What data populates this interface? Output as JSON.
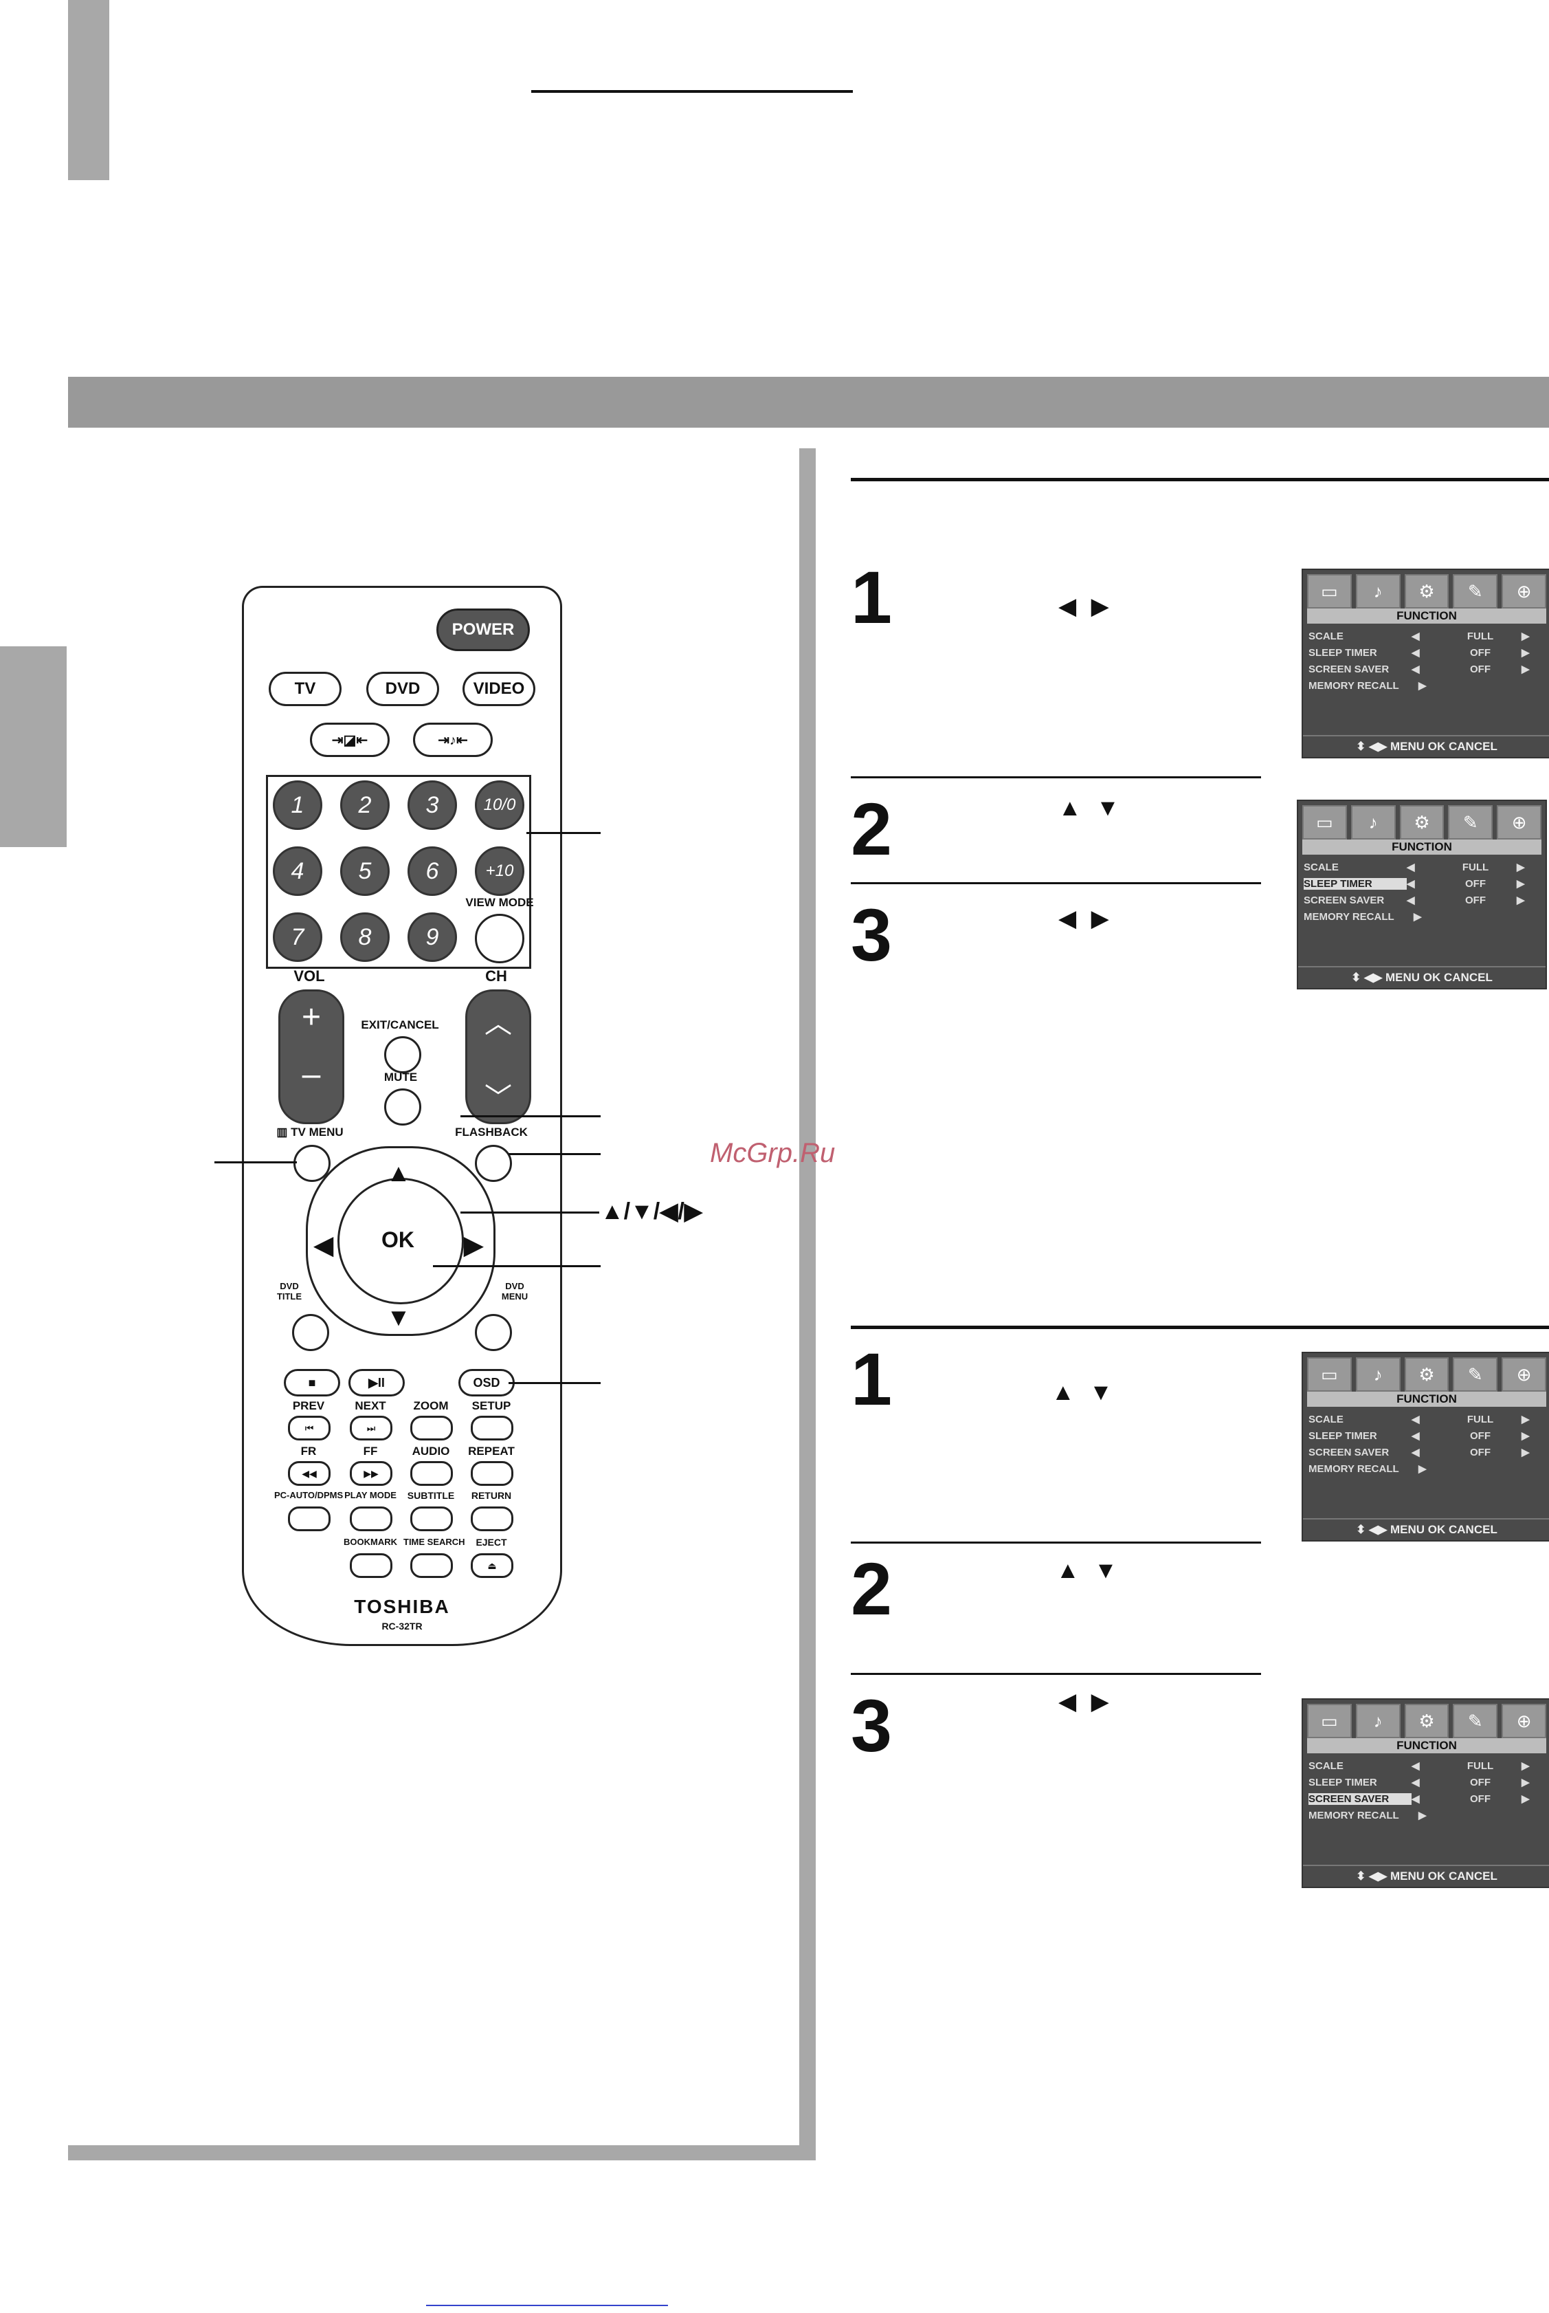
{
  "remote": {
    "brand": "TOSHIBA",
    "model": "RC-32TR",
    "power": "POWER",
    "source_buttons": [
      "TV",
      "DVD",
      "VIDEO"
    ],
    "number_keys": [
      "1",
      "2",
      "3",
      "10/0",
      "4",
      "5",
      "6",
      "+10",
      "7",
      "8",
      "9"
    ],
    "view_mode": "VIEW MODE",
    "vol": "VOL",
    "ch": "CH",
    "exit_cancel": "EXIT/CANCEL",
    "mute": "MUTE",
    "tv_menu": "TV MENU",
    "flashback": "FLASHBACK",
    "ok": "OK",
    "dvd_title": "DVD TITLE",
    "dvd_menu": "DVD MENU",
    "osd": "OSD",
    "row_labels_1": [
      "PREV",
      "NEXT",
      "ZOOM",
      "SETUP"
    ],
    "row_labels_2": [
      "FR",
      "FF",
      "AUDIO",
      "REPEAT"
    ],
    "row_labels_3": [
      "PC-AUTO/DPMS",
      "PLAY MODE",
      "SUBTITLE",
      "RETURN"
    ],
    "row_labels_4": [
      "BOOKMARK",
      "TIME SEARCH",
      "EJECT"
    ]
  },
  "arrow_label": "▲/▼/◀/▶",
  "watermark": "McGrp.Ru",
  "sections": [
    {
      "steps": [
        {
          "num": "1",
          "arrows": "◀ ▶"
        },
        {
          "num": "2",
          "arrows": "▲ ▼"
        },
        {
          "num": "3",
          "arrows": "◀ ▶"
        }
      ]
    },
    {
      "steps": [
        {
          "num": "1",
          "arrows": "▲ ▼"
        },
        {
          "num": "2",
          "arrows": "▲ ▼"
        },
        {
          "num": "3",
          "arrows": "◀ ▶"
        }
      ]
    }
  ],
  "osd_menu": {
    "title": "FUNCTION",
    "rows": [
      {
        "name": "SCALE",
        "value": "FULL"
      },
      {
        "name": "SLEEP TIMER",
        "value": "OFF"
      },
      {
        "name": "SCREEN SAVER",
        "value": "OFF"
      },
      {
        "name": "MEMORY RECALL",
        "value": ""
      }
    ],
    "footer": "⬍ ◀▶ MENU  OK  CANCEL",
    "icon_names": [
      "picture-icon",
      "audio-icon",
      "function-icon",
      "setup-icon",
      "lock-icon"
    ]
  }
}
